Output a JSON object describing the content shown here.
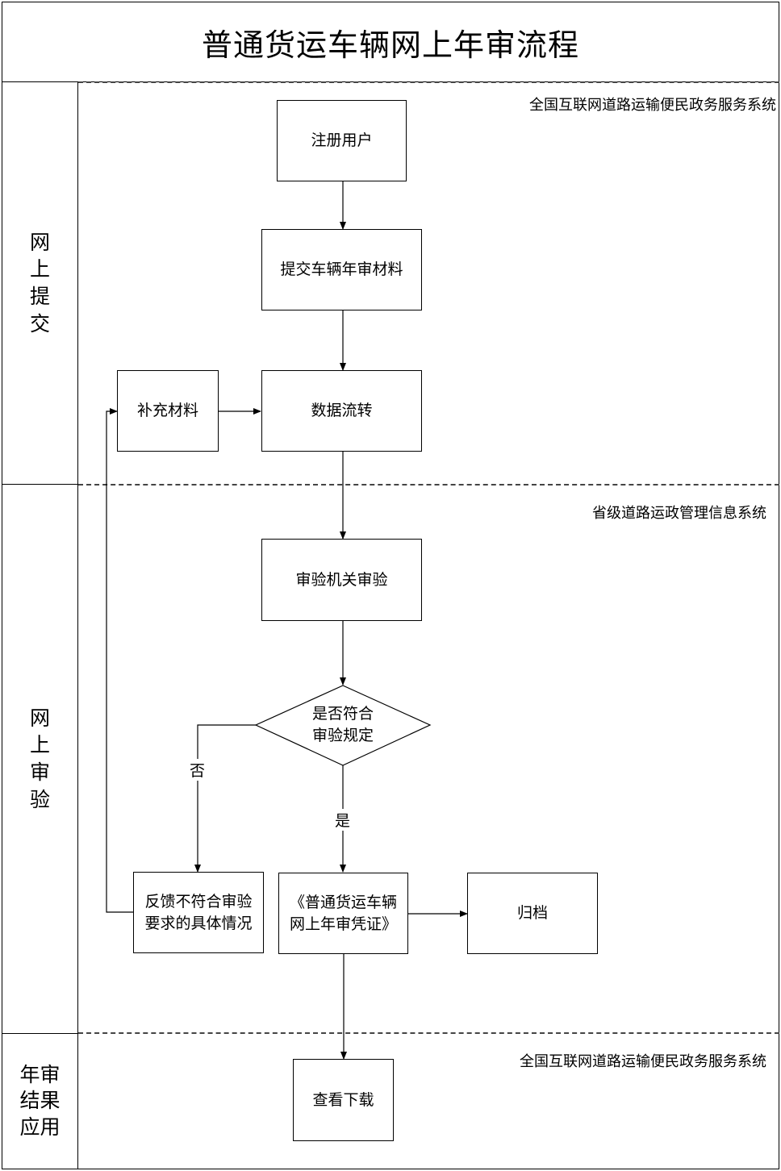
{
  "title": "普通货运车辆网上年审流程",
  "lanes": [
    {
      "label": "网\n上\n提\n交",
      "system": "全国互联网道路运输便民政务服务系统"
    },
    {
      "label": "网\n上\n审\n验",
      "system": "省级道路运政管理信息系统"
    },
    {
      "label": "年审\n结果\n应用",
      "system": "全国互联网道路运输便民政务服务系统"
    }
  ],
  "nodes": {
    "register": "注册用户",
    "submit": "提交车辆年审材料",
    "supplement": "补充材料",
    "data_flow": "数据流转",
    "review": "审验机关审验",
    "decision": "是否符合\n审验规定",
    "feedback": "反馈不符合审验要求的具体情况",
    "certificate": "《普通货运车辆网上年审凭证》",
    "archive": "归档",
    "download": "查看下载"
  },
  "edge_labels": {
    "no": "否",
    "yes": "是"
  }
}
